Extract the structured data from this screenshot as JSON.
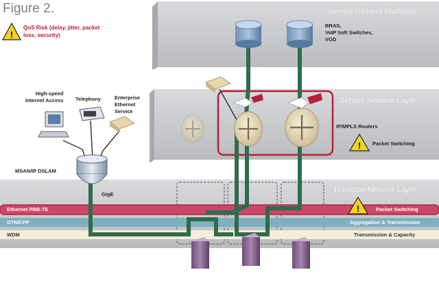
{
  "figure": {
    "title": "Figure 2.",
    "qos_text": "QoS Risk (delay, jitter, packet loss, security)"
  },
  "layers": {
    "service_delivery": "Service Delivery Platforms",
    "service_network": "Service Network Layer",
    "transport_network": "Transport Network Layer"
  },
  "labels": {
    "bras": "BRAS,\nVoIP Soft Switches,\nVOD",
    "ip_mpls": "IP/MPLS Routers",
    "packet_switching_service": "Packet Switching",
    "highspeed": "High-speed\nInternet Access",
    "telephony": "Telephony",
    "enterprise": "Enterprise\nEthernet\nService",
    "msan": "MSAN/IP DSLAM",
    "gige": "GigE"
  },
  "bands": [
    {
      "left": "Ethernet PBB-TE",
      "right": "Packet Switching",
      "color": "#c9486a"
    },
    {
      "left": "OTN/CFP",
      "right": "Aggregation & Transmission",
      "color": "#7fb0bf"
    },
    {
      "left": "WDM",
      "right": "Transmission & Capacity",
      "color": "#f3edd9"
    }
  ],
  "colors": {
    "accent_red": "#b3213a",
    "path_green": "#2f6b4d",
    "warning_yellow": "#f2d325"
  }
}
